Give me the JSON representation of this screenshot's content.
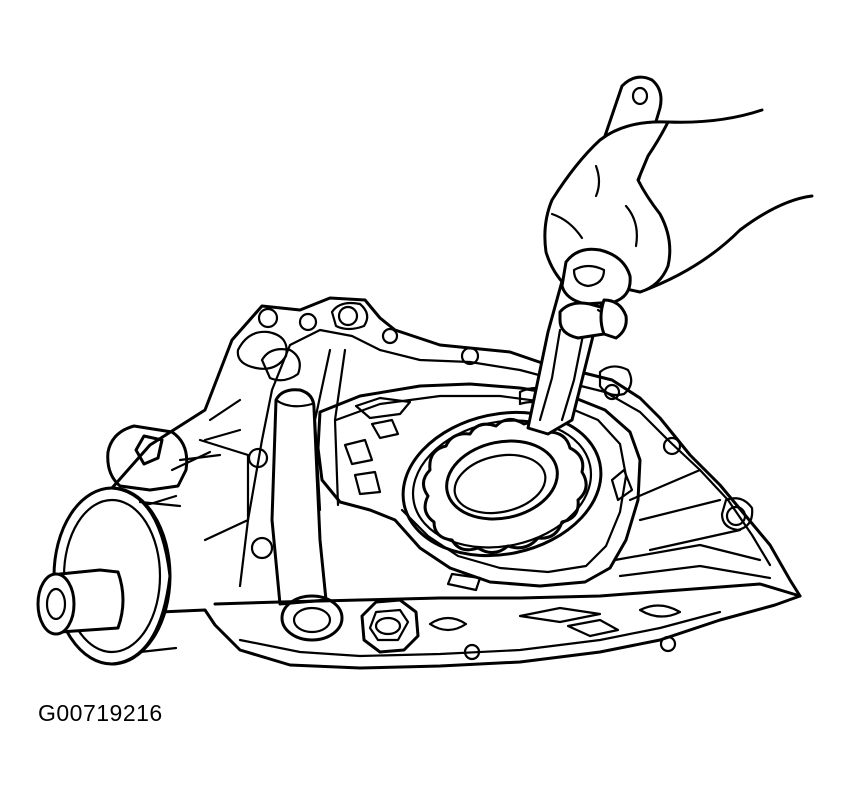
{
  "figure": {
    "code": "G00719216",
    "subject": "oil-pump-housing-seal-removal-illustration",
    "line_color": "#000000",
    "background_color": "#ffffff"
  },
  "parts": [
    {
      "name": "oil-pump-housing"
    },
    {
      "name": "pulley"
    },
    {
      "name": "drive-shaft"
    },
    {
      "name": "oil-seal"
    },
    {
      "name": "pry-tool"
    },
    {
      "name": "hand"
    },
    {
      "name": "relief-valve-plug"
    }
  ]
}
